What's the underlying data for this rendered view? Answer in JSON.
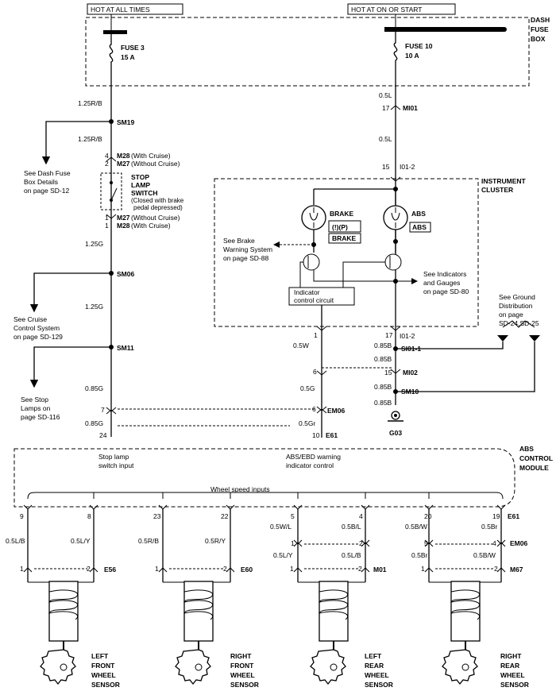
{
  "hot_labels": {
    "left": "HOT AT ALL TIMES",
    "right": "HOT AT ON OR START"
  },
  "dash_fuse_box": [
    "DASH",
    "FUSE",
    "BOX"
  ],
  "fuse3": {
    "name": "FUSE 3",
    "rating": "15 A"
  },
  "fuse10": {
    "name": "FUSE 10",
    "rating": "10 A"
  },
  "left_column": {
    "w1": "1.25R/B",
    "sm19": "SM19",
    "w2": "1.25R/B",
    "m28_pin": "4",
    "m28": "M28",
    "m28_note": "(With Cruise)",
    "m27_pin": "2",
    "m27": "M27",
    "m27_note": "(Without Cruise)",
    "switch": [
      "STOP",
      "LAMP",
      "SWITCH"
    ],
    "switch_note": [
      "(Closed with brake",
      "pedal depressed)"
    ],
    "m27b_pin": "1",
    "m27b": "M27",
    "m27b_note": "(Without Cruise)",
    "m28b_pin": "1",
    "m28b": "M28",
    "m28b_note": "(With Cruise)",
    "w3": "1.25G",
    "sm06": "SM06",
    "w4": "1.25G",
    "sm11": "SM11",
    "w5": "0.85G",
    "pin7": "7",
    "w6": "0.85G",
    "pin24": "24"
  },
  "refs": {
    "dash_fuse": [
      "See Dash Fuse",
      "Box Details",
      "on page SD-12"
    ],
    "cruise": [
      "See Cruise",
      "Control System",
      "on page SD-129"
    ],
    "stop_lamps": [
      "See Stop",
      "Lamps on",
      "page SD-116"
    ],
    "brake_warn": [
      "See Brake",
      "Warning System",
      "on page SD-88"
    ],
    "indicators": [
      "See Indicators",
      "and Gauges",
      "on page SD-80"
    ],
    "ground": [
      "See Ground",
      "Distribution",
      "on page",
      "SD-24,SD-25"
    ]
  },
  "right_column": {
    "w1": "0.5L",
    "pin17": "17",
    "mi01": "MI01",
    "w2": "0.5L",
    "pin15": "15",
    "i01_2": "I01-2",
    "pin17b": "17",
    "i01_2b": "I01-2",
    "w3": "0.85B",
    "si01": "SI01-1",
    "w4": "0.85B",
    "pin15b": "15",
    "mi02": "MI02",
    "w5": "0.85B",
    "sm10": "SM10",
    "w6": "0.85B",
    "g03": "G03"
  },
  "cluster": {
    "title": [
      "INSTRUMENT",
      "CLUSTER"
    ],
    "brake": "BRAKE",
    "brake_icon": "(!)(P)",
    "brake_box": "BRAKE",
    "abs": "ABS",
    "abs_box": "ABS",
    "indicator_ctrl": [
      "Indicator",
      "control circuit"
    ]
  },
  "middle": {
    "pin1": "1",
    "w1": "0.5W",
    "pin6": "6",
    "w2": "0.5G",
    "pin6b": "6",
    "em06": "EM06",
    "w3": "0.5Gr",
    "pin10": "10",
    "e61": "E61"
  },
  "abs_module": {
    "title": [
      "ABS",
      "CONTROL",
      "MODULE"
    ],
    "stop_input": [
      "Stop lamp",
      "switch input"
    ],
    "abs_ebd": [
      "ABS/EBD warning",
      "indicator control"
    ],
    "wheel_speed": "Wheel speed inputs",
    "e61": "E61"
  },
  "sensors": [
    {
      "pins": [
        "9",
        "8"
      ],
      "wires": [
        "0.5L/B",
        "0.5L/Y"
      ],
      "pins2": [
        "1",
        "2"
      ],
      "conn": "E56",
      "label": [
        "LEFT",
        "FRONT",
        "WHEEL",
        "SENSOR"
      ]
    },
    {
      "pins": [
        "23",
        "22"
      ],
      "wires": [
        "0.5R/B",
        "0.5R/Y"
      ],
      "pins2": [
        "1",
        "2"
      ],
      "conn": "E60",
      "label": [
        "RIGHT",
        "FRONT",
        "WHEEL",
        "SENSOR"
      ]
    },
    {
      "pins": [
        "5",
        "4"
      ],
      "wires": [
        "0.5W/L",
        "0.5B/L"
      ],
      "mid_pins": [
        "1",
        "2"
      ],
      "mid_wires": [
        "0.5L/Y",
        "0.5L/B"
      ],
      "pins2": [
        "1",
        "2"
      ],
      "conn": "M01",
      "label": [
        "LEFT",
        "REAR",
        "WHEEL",
        "SENSOR"
      ]
    },
    {
      "pins": [
        "20",
        "19"
      ],
      "wires": [
        "0.5B/W",
        "0.5Br"
      ],
      "mid_pins": [
        "5",
        "4"
      ],
      "mid_wires": [
        "0.5Br",
        "0.5B/W"
      ],
      "pins2": [
        "1",
        "2"
      ],
      "conn": "M67",
      "label": [
        "RIGHT",
        "REAR",
        "WHEEL",
        "SENSOR"
      ]
    }
  ],
  "em06_right": "EM06"
}
